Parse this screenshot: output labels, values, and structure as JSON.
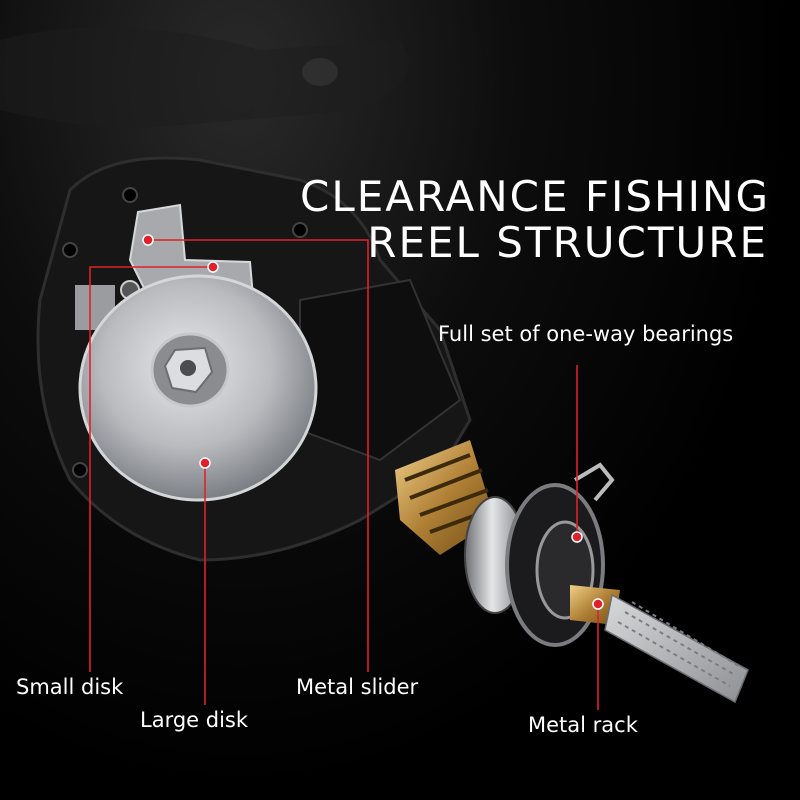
{
  "title": {
    "line1": "CLEARANCE FISHING",
    "line2": "REEL STRUCTURE"
  },
  "labels": {
    "bearings": "Full set of one-way bearings",
    "small_disk": "Small disk",
    "metal_slider": "Metal slider",
    "large_disk": "Large disk",
    "metal_rack": "Metal rack"
  },
  "colors": {
    "callout": "#e0202a",
    "text": "#ffffff",
    "background": "#000000",
    "brass": "#c89a4a"
  }
}
